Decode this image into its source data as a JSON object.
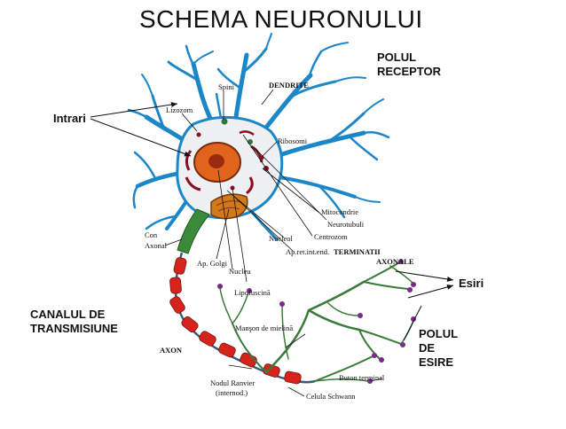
{
  "title": "SCHEMA NEURONULUI",
  "labels": {
    "polul_receptor": "POLUL\nRECEPTOR",
    "intrari": "Intrari",
    "canalul": "CANALUL DE\nTRANSMISIUNE",
    "esiri": "Esiri",
    "polul_esire": "POLUL\nDE\nESIRE"
  },
  "parts": {
    "spini": "Spini",
    "dendrite": "DENDRITE",
    "lizozom": "Lizozom",
    "ribosomi": "Ribosomi",
    "mitocondrie": "Mitocondrie",
    "neurotubuli": "Neurotubuli",
    "centrozom": "Centrozom",
    "nucleol": "Nucleol",
    "ap_ret": "Ap.ret.int.end.",
    "terminatii": "TERMINATII",
    "axonale": "AXONALE",
    "con_axonal_1": "Con",
    "con_axonal_2": "Axonal",
    "ap_golgi": "Ap. Golgi",
    "nucleu": "Nucleu",
    "lipofuscina": "Lipofuscină",
    "manson": "Manşon de mielină",
    "axon": "AXON",
    "nodul_1": "Nodul Ranvier",
    "nodul_2": "(internod.)",
    "celula_schwann": "Celula  Schwann",
    "buton": "Buton terminal"
  },
  "colors": {
    "dendrite": "#1b86c8",
    "soma": "#eef0f2",
    "nucleus": "#e0641c",
    "organelle": "#8a1020",
    "golgi": "#d27a1a",
    "myelin": "#d4241c",
    "terminal": "#3a7a3a",
    "bouton": "#7a2a8a"
  }
}
